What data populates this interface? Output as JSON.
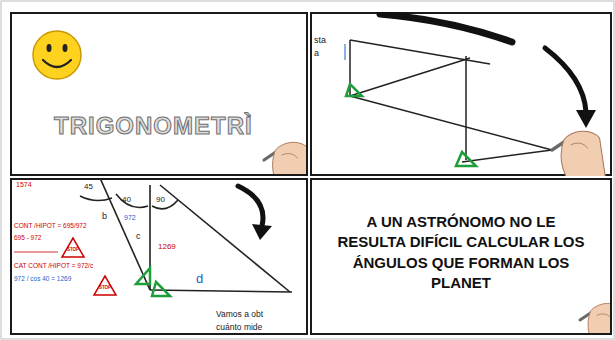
{
  "diagram": {
    "nodes": [
      {
        "text": [
          "TRIGONOMETRÌ"
        ]
      },
      {
        "text": [
          "A UN ASTRÓNOMO NO LE RESULTA DIFÍCIL CALCULAR LOS ÁNGULOS QUE FORMAN LOS PLANET"
        ]
      }
    ],
    "labels": [
      "sta",
      "a",
      "1574",
      "45",
      "40",
      "90",
      "b",
      "972",
      "c",
      "1269",
      "CONT /HIPOT = 695/972",
      "695 - 972",
      "STOP",
      "CAT CONT /HIPOT = 972/c",
      "972 / cos 40 = 1269",
      "STOP",
      "d",
      "Vamos a obt",
      "cuánto mide"
    ]
  }
}
